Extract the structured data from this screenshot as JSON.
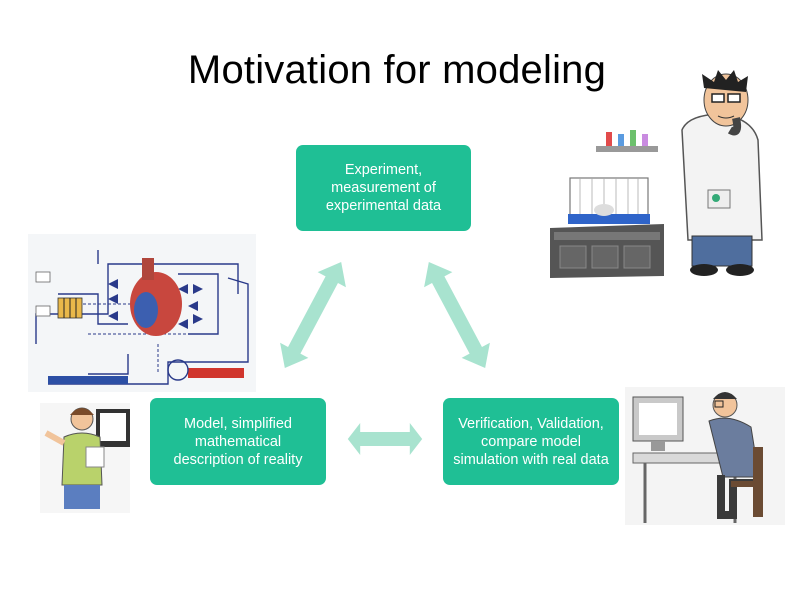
{
  "slide": {
    "title": "Motivation for modeling"
  },
  "boxes": {
    "experiment": "Experiment, measurement of experimental data",
    "model": "Model, simplified mathematical description of reality",
    "verification": "Verification, Validation, compare model simulation with real data"
  },
  "colors": {
    "box_fill": "#1fbf95",
    "arrow_fill": "#a8e3cf",
    "title_text": "#000000"
  },
  "icons": {
    "arrows": [
      "double-arrow-icon",
      "double-arrow-icon",
      "double-arrow-icon"
    ],
    "illustrations": [
      "scientist-thinking-icon",
      "lab-cage-icon",
      "heart-model-diagram-icon",
      "presenter-icon",
      "computer-user-icon"
    ]
  }
}
